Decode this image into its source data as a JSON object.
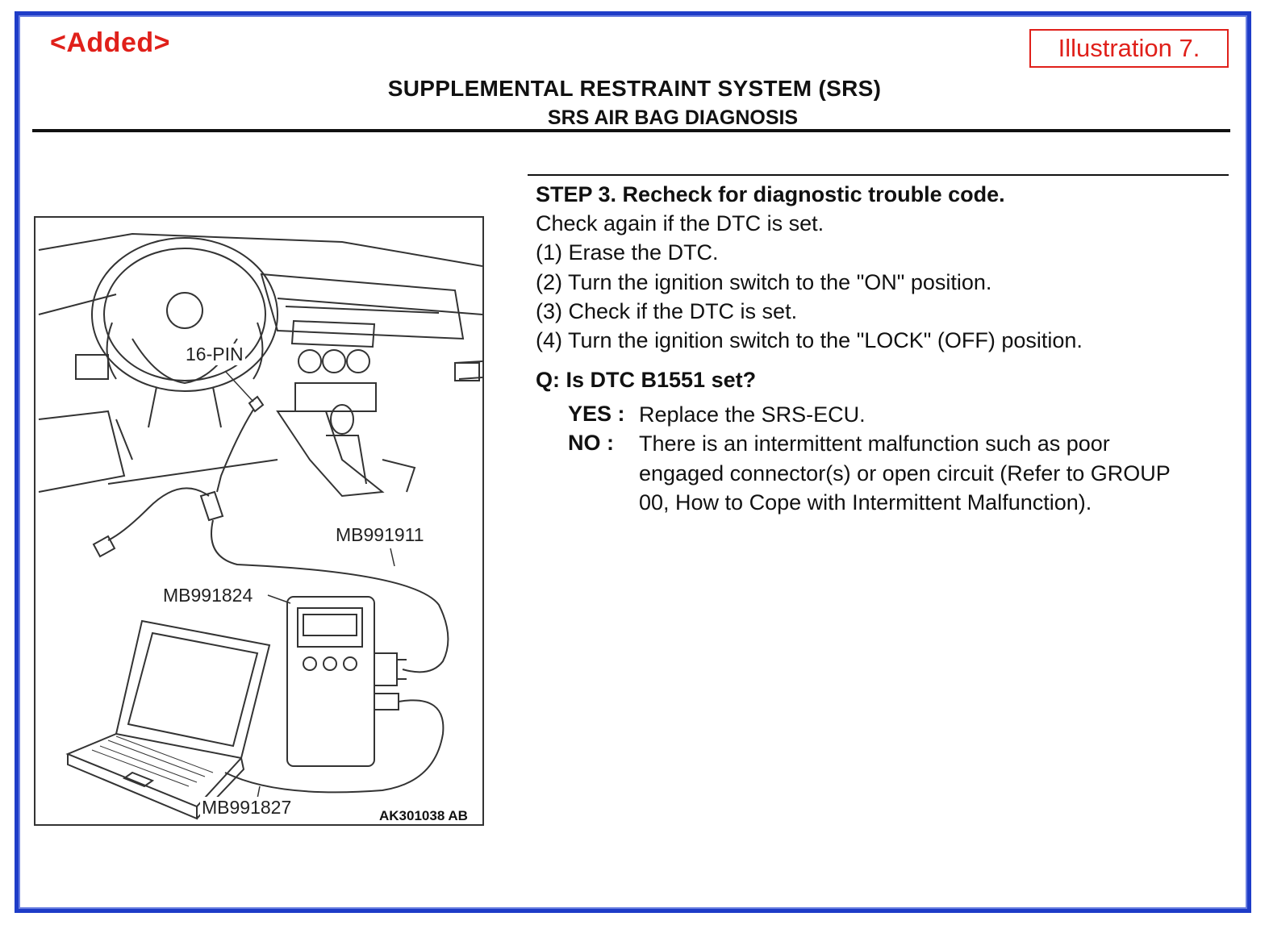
{
  "header": {
    "added_tag": "<Added>",
    "illustration_label": "Illustration 7.",
    "title": "SUPPLEMENTAL RESTRAINT SYSTEM (SRS)",
    "subtitle": "SRS AIR BAG DIAGNOSIS"
  },
  "figure": {
    "labels": {
      "connector": "16-PIN",
      "cable_main": "MB991911",
      "vci": "MB991824",
      "usb_cable": "MB991827",
      "figure_code": "AK301038 AB"
    }
  },
  "step": {
    "title": "STEP 3. Recheck for diagnostic trouble code.",
    "intro": "Check again if the DTC is set.",
    "items": [
      "(1) Erase the DTC.",
      "(2) Turn the ignition switch to the \"ON\" position.",
      "(3) Check if the DTC is set.",
      "(4) Turn the ignition switch to the \"LOCK\" (OFF) position."
    ],
    "question": "Q: Is DTC B1551 set?",
    "answers": [
      {
        "key": "YES :",
        "text": "Replace the SRS-ECU."
      },
      {
        "key": "NO :",
        "text": "There is an intermittent malfunction such as poor engaged connector(s) or open circuit (Refer to GROUP 00, How to Cope with Intermittent Malfunction)."
      }
    ]
  },
  "colors": {
    "frame": "#1e3cc8",
    "accent_red": "#e0201a"
  }
}
